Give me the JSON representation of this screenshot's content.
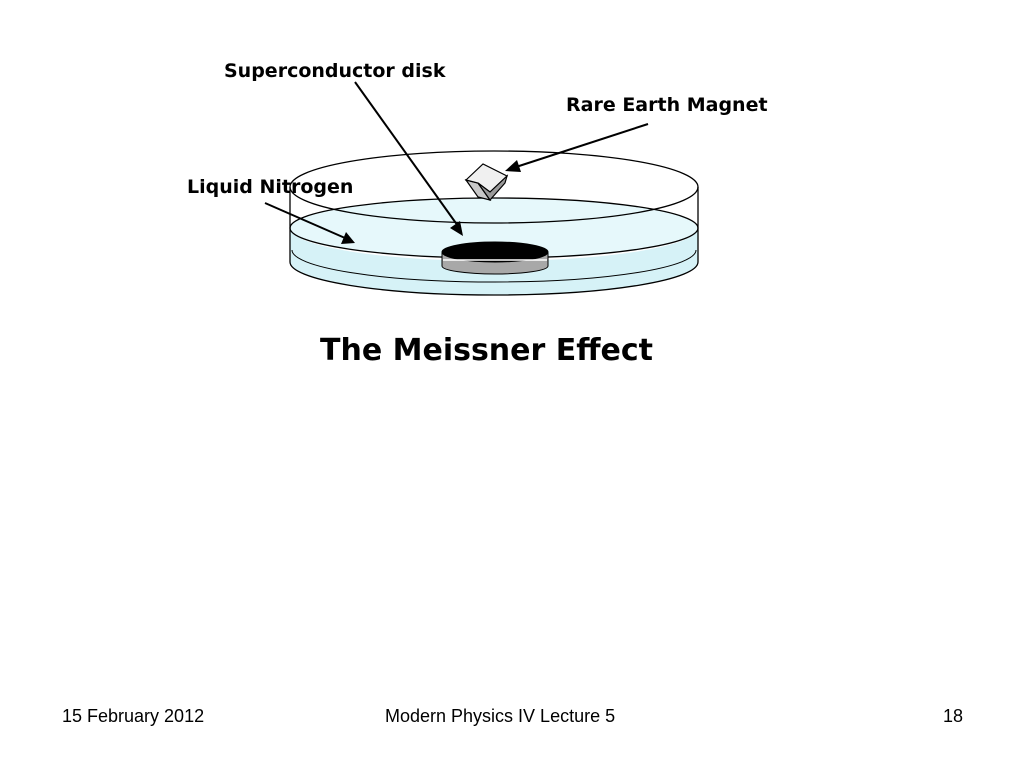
{
  "diagram": {
    "labels": {
      "superconductor_disk": "Superconductor disk",
      "rare_earth_magnet": "Rare Earth Magnet",
      "liquid_nitrogen": "Liquid Nitrogen"
    },
    "title": "The Meissner Effect",
    "colors": {
      "liquid": "#d6f2f7",
      "liquid_surface": "#e6f8fb",
      "disk_top": "#000000",
      "disk_side": "#a8a8a8",
      "magnet_light": "#f0f0f0",
      "magnet_mid": "#c8c8c8",
      "magnet_dark": "#9a9a9a",
      "outline": "#000000"
    }
  },
  "footer": {
    "date": "15 February 2012",
    "course": "Modern Physics IV Lecture 5",
    "page": "18"
  }
}
